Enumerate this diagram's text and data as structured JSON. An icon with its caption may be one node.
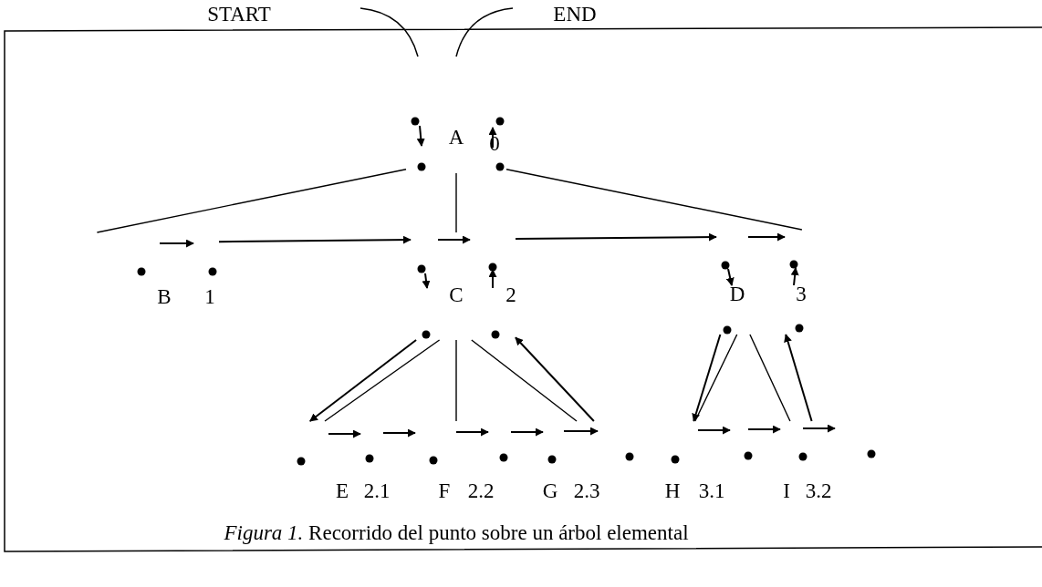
{
  "diagram": {
    "caption": "*Figura 1.* Recorrido del punto sobre un árbol elemental",
    "nodes": [
      {
        "text": [
          "A",
          "0"
        ]
      },
      {
        "text": [
          "B",
          "1"
        ]
      },
      {
        "text": [
          "C",
          "2"
        ]
      },
      {
        "text": [
          "D",
          "3"
        ]
      },
      {
        "text": [
          "E",
          "2.1"
        ]
      },
      {
        "text": [
          "F",
          "2.2"
        ]
      },
      {
        "text": [
          "G",
          "2.3"
        ]
      },
      {
        "text": [
          "H",
          "3.1"
        ]
      },
      {
        "text": [
          "I",
          "3.2"
        ]
      }
    ],
    "edges": [
      {
        "from": 0,
        "to": 1,
        "arrow": "none"
      },
      {
        "from": 0,
        "to": 2,
        "arrow": "none"
      },
      {
        "from": 0,
        "to": 3,
        "arrow": "none"
      },
      {
        "from": 2,
        "to": 4,
        "arrow": "none"
      },
      {
        "from": 2,
        "to": 5,
        "arrow": "none"
      },
      {
        "from": 2,
        "to": 6,
        "arrow": "none"
      },
      {
        "from": 3,
        "to": 7,
        "arrow": "none"
      },
      {
        "from": 3,
        "to": 8,
        "arrow": "none"
      },
      {
        "from": 1,
        "to": 2,
        "arrow": "to"
      },
      {
        "from": 2,
        "to": 3,
        "arrow": "to"
      },
      {
        "from": 2,
        "to": 4,
        "arrow": "to"
      },
      {
        "from": 6,
        "to": 2,
        "arrow": "to"
      },
      {
        "from": 3,
        "to": 7,
        "arrow": "to"
      },
      {
        "from": 8,
        "to": 3,
        "arrow": "to"
      }
    ],
    "labels": [
      "START",
      "END"
    ]
  }
}
